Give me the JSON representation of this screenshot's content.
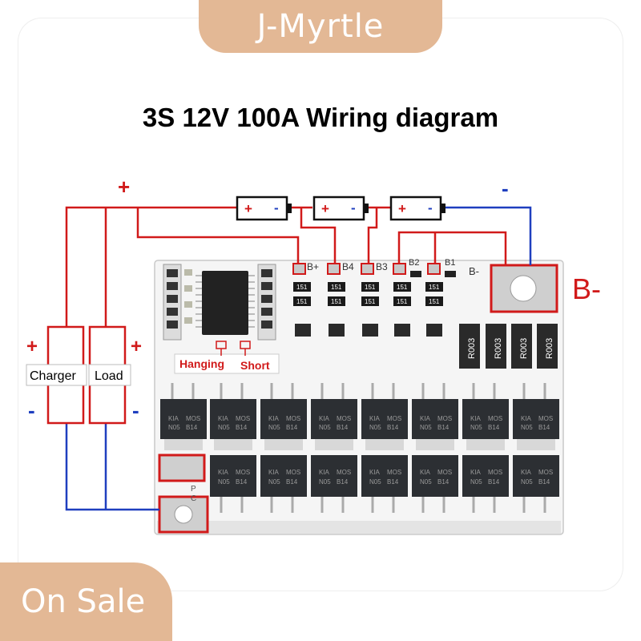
{
  "brand": {
    "name": "J-Myrtle"
  },
  "promo": {
    "label": "On Sale"
  },
  "title": "3S 12V 100A Wiring diagram",
  "wiring": {
    "plus_sign": "+",
    "minus_sign": "-",
    "charger_label": "Charger",
    "load_label": "Load",
    "b_minus_label": "B-",
    "board_b_minus": "B-",
    "terminals": [
      "B+",
      "B4",
      "B3",
      "B2",
      "B1"
    ],
    "hanging_label": "Hanging",
    "short_label": "Short",
    "resistor_code": "R003",
    "smd_code": "151",
    "mosfet_lines": [
      "KIA",
      "MOS",
      "N05",
      "B14"
    ],
    "pc_letters": [
      "P",
      "C"
    ],
    "colors": {
      "positive": "#d11a1a",
      "negative": "#1f3fbf",
      "board": "#f4f4f4",
      "mosfet": "#2c2f33"
    }
  }
}
